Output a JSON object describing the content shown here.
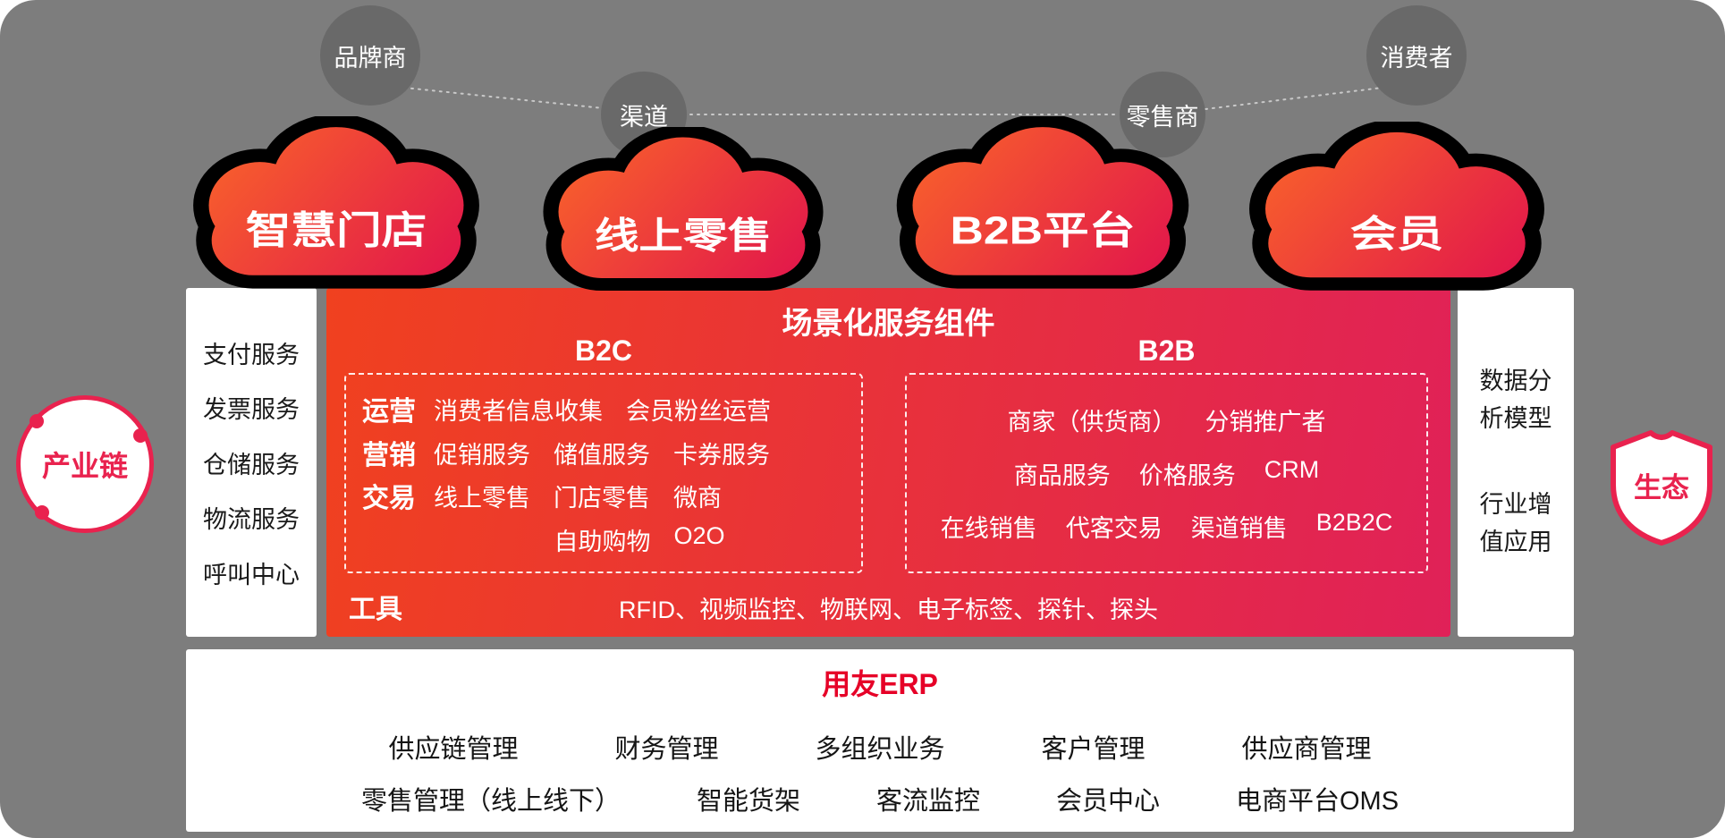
{
  "top_nodes": [
    {
      "label": "品牌商"
    },
    {
      "label": "渠道"
    },
    {
      "label": "零售商"
    },
    {
      "label": "消费者"
    }
  ],
  "clouds": [
    {
      "label": "智慧门店"
    },
    {
      "label": "线上零售"
    },
    {
      "label": "B2B平台"
    },
    {
      "label": "会员"
    }
  ],
  "left_panel": {
    "items": [
      "支付服务",
      "发票服务",
      "仓储服务",
      "物流服务",
      "呼叫中心"
    ]
  },
  "industry_chain": {
    "label": "产业链"
  },
  "center": {
    "title": "场景化服务组件",
    "b2c": {
      "title": "B2C",
      "rows": [
        {
          "label": "运营",
          "items": [
            "消费者信息收集",
            "会员粉丝运营"
          ]
        },
        {
          "label": "营销",
          "items": [
            "促销服务",
            "储值服务",
            "卡券服务"
          ]
        },
        {
          "label": "交易",
          "items": [
            "线上零售",
            "门店零售",
            "微商"
          ],
          "items2": [
            "自助购物",
            "O2O"
          ]
        }
      ]
    },
    "b2b": {
      "title": "B2B",
      "rows": [
        {
          "items": [
            "商家（供货商）",
            "分销推广者"
          ]
        },
        {
          "items": [
            "商品服务",
            "价格服务",
            "CRM"
          ]
        },
        {
          "items": [
            "在线销售",
            "代客交易",
            "渠道销售",
            "B2B2C"
          ]
        }
      ]
    },
    "tools": {
      "label": "工具",
      "text": "RFID、视频监控、物联网、电子标签、探针、探头"
    }
  },
  "right_panel": {
    "items": [
      "数据分析模型",
      "行业增值应用"
    ]
  },
  "ecosystem": {
    "label": "生态"
  },
  "erp": {
    "title": "用友ERP",
    "row1": [
      "供应链管理",
      "财务管理",
      "多组织业务",
      "客户管理",
      "供应商管理"
    ],
    "row2": [
      "零售管理（线上线下）",
      "智能货架",
      "客流监控",
      "会员中心",
      "电商平台OMS"
    ]
  },
  "colors": {
    "accent_red": "#e9224e",
    "panel_gradient_start": "#f0411f",
    "panel_gradient_end": "#e02158",
    "cloud_gradient_start": "#f65a2e",
    "cloud_gradient_end": "#e0104e",
    "background_gray": "#7d7d7d",
    "node_gray": "#696969",
    "erp_title_red": "#e60027"
  }
}
